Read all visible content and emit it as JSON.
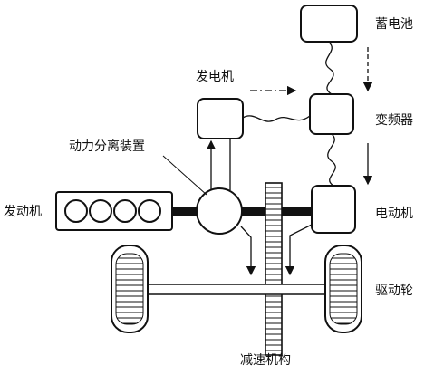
{
  "labels": {
    "battery": "蓄电池",
    "generator": "发电机",
    "inverter": "变频器",
    "power_split": "动力分离装置",
    "engine": "发动机",
    "motor": "电动机",
    "wheels": "驱动轮",
    "reducer": "减速机构"
  },
  "icons": {
    "engine": "four-cylinder-engine-icon",
    "power_split": "planetary-gear-icon",
    "reducer": "gear-icon",
    "wheel": "tire-icon"
  },
  "colors": {
    "stroke": "#111111",
    "background": "#ffffff"
  }
}
